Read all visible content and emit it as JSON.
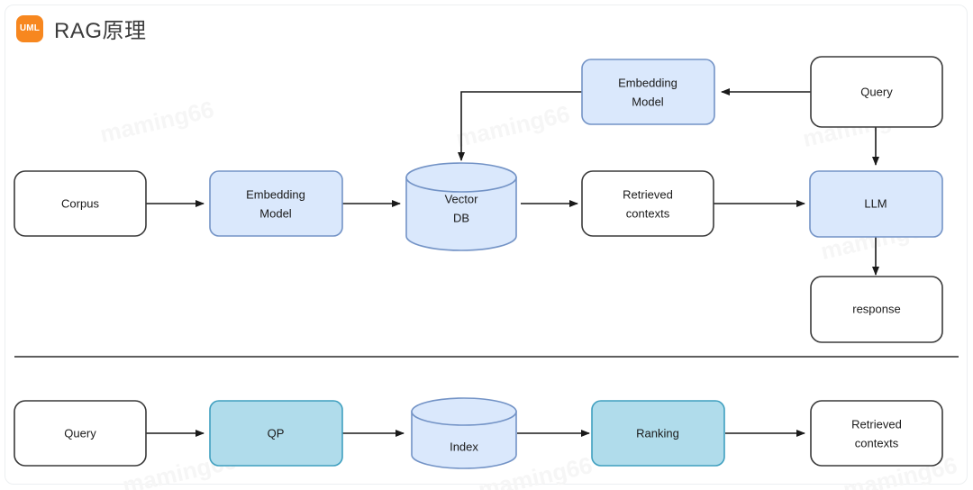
{
  "header": {
    "badge_text": "UML",
    "badge_color": "#f7871f",
    "title": "RAG原理"
  },
  "watermark": {
    "text": "maming66",
    "color": "#f6f6f6"
  },
  "palette": {
    "blue_fill": "#dae8fc",
    "blue_stroke": "#7393c6",
    "cyan_fill": "#b0dceb",
    "cyan_stroke": "#3f9fbf",
    "white_fill": "#ffffff",
    "dark_stroke": "#3a3a3a",
    "divider": "#5e5e5e"
  },
  "diagram": {
    "title": "RAG原理",
    "sections": [
      {
        "name": "rag-flow",
        "nodes": [
          {
            "id": "corpus",
            "label": "Corpus",
            "shape": "rounded-rect",
            "style": "white"
          },
          {
            "id": "embedding-model-index",
            "label": "Embedding\nModel",
            "line1": "Embedding",
            "line2": "Model",
            "shape": "rounded-rect",
            "style": "blue"
          },
          {
            "id": "vector-db",
            "label": "Vector\nDB",
            "line1": "Vector",
            "line2": "DB",
            "shape": "cylinder",
            "style": "blue"
          },
          {
            "id": "retrieved-contexts-top",
            "label": "Retrieved\ncontexts",
            "line1": "Retrieved",
            "line2": "contexts",
            "shape": "rounded-rect",
            "style": "white"
          },
          {
            "id": "embedding-model-query",
            "label": "Embedding\nModel",
            "line1": "Embedding",
            "line2": "Model",
            "shape": "rounded-rect",
            "style": "blue"
          },
          {
            "id": "query-top",
            "label": "Query",
            "shape": "rounded-rect",
            "style": "white"
          },
          {
            "id": "llm",
            "label": "LLM",
            "shape": "rounded-rect",
            "style": "blue"
          },
          {
            "id": "response",
            "label": "response",
            "shape": "rounded-rect",
            "style": "white"
          }
        ],
        "edges": [
          {
            "from": "corpus",
            "to": "embedding-model-index"
          },
          {
            "from": "embedding-model-index",
            "to": "vector-db"
          },
          {
            "from": "vector-db",
            "to": "retrieved-contexts-top"
          },
          {
            "from": "retrieved-contexts-top",
            "to": "llm"
          },
          {
            "from": "query-top",
            "to": "embedding-model-query"
          },
          {
            "from": "embedding-model-query",
            "to": "vector-db"
          },
          {
            "from": "query-top",
            "to": "llm"
          },
          {
            "from": "llm",
            "to": "response"
          }
        ]
      },
      {
        "name": "search-flow",
        "nodes": [
          {
            "id": "query-bottom",
            "label": "Query",
            "shape": "rounded-rect",
            "style": "white"
          },
          {
            "id": "qp",
            "label": "QP",
            "shape": "rounded-rect",
            "style": "cyan"
          },
          {
            "id": "index",
            "label": "Index",
            "shape": "cylinder",
            "style": "blue"
          },
          {
            "id": "ranking",
            "label": "Ranking",
            "shape": "rounded-rect",
            "style": "cyan"
          },
          {
            "id": "retrieved-contexts-bottom",
            "label": "Retrieved\ncontexts",
            "line1": "Retrieved",
            "line2": "contexts",
            "shape": "rounded-rect",
            "style": "white"
          }
        ],
        "edges": [
          {
            "from": "query-bottom",
            "to": "qp"
          },
          {
            "from": "qp",
            "to": "index"
          },
          {
            "from": "index",
            "to": "ranking"
          },
          {
            "from": "ranking",
            "to": "retrieved-contexts-bottom"
          }
        ]
      }
    ]
  }
}
